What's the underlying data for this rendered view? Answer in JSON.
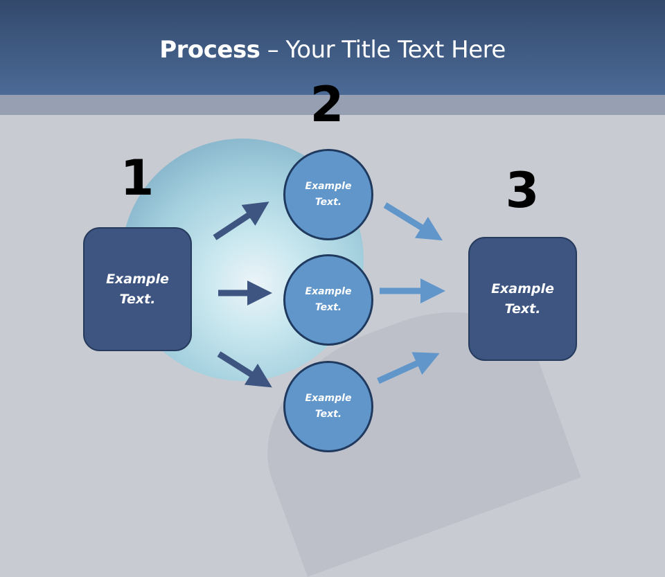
{
  "title": {
    "bold": "Process",
    "rest": " – Your Title Text Here"
  },
  "steps": {
    "one": "1",
    "two": "2",
    "three": "3"
  },
  "left_box": {
    "line1": "Example",
    "line2": "Text."
  },
  "circles": [
    {
      "line1": "Example",
      "line2": "Text."
    },
    {
      "line1": "Example",
      "line2": "Text."
    },
    {
      "line1": "Example",
      "line2": "Text."
    }
  ],
  "right_box": {
    "line1": "Example",
    "line2": "Text."
  },
  "colors": {
    "dark": "#3d5580",
    "light": "#6196cb",
    "header": "#3f5a84"
  }
}
